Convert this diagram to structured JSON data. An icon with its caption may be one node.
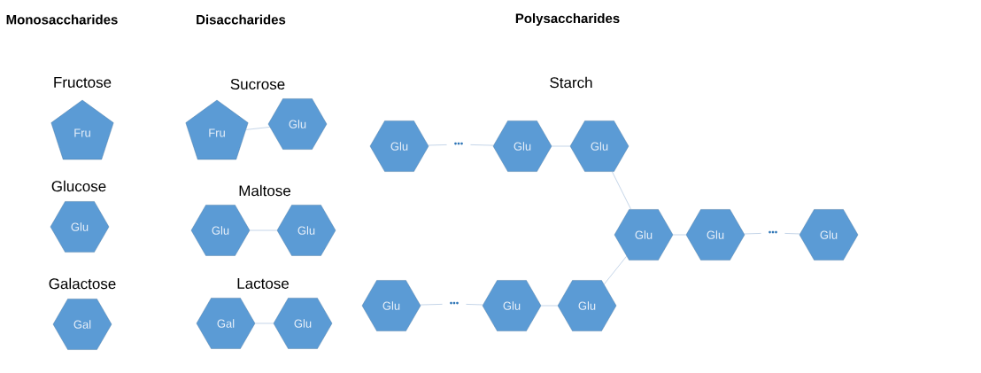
{
  "diagram": {
    "nodes": [
      {
        "text": [
          "Fru"
        ]
      },
      {
        "text": [
          "Glu"
        ]
      },
      {
        "text": [
          "Gal"
        ]
      },
      {
        "text": [
          "Fru"
        ]
      },
      {
        "text": [
          "Glu"
        ]
      },
      {
        "text": [
          "Glu"
        ]
      },
      {
        "text": [
          "Glu"
        ]
      },
      {
        "text": [
          "Gal"
        ]
      },
      {
        "text": [
          "Glu"
        ]
      },
      {
        "text": [
          "Glu"
        ]
      },
      {
        "text": [
          "•••"
        ]
      },
      {
        "text": [
          "Glu"
        ]
      },
      {
        "text": [
          "Glu"
        ]
      },
      {
        "text": [
          "Glu"
        ]
      },
      {
        "text": [
          "Glu"
        ]
      },
      {
        "text": [
          "•••"
        ]
      },
      {
        "text": [
          "Glu"
        ]
      },
      {
        "text": [
          "Glu"
        ]
      },
      {
        "text": [
          "•••"
        ]
      },
      {
        "text": [
          "Glu"
        ]
      },
      {
        "text": [
          "Glu"
        ]
      }
    ],
    "edges": [
      {
        "from": 3,
        "to": 4,
        "arrow": "none"
      },
      {
        "from": 5,
        "to": 6,
        "arrow": "none"
      },
      {
        "from": 7,
        "to": 8,
        "arrow": "none"
      },
      {
        "from": 9,
        "to": 10,
        "arrow": "none"
      },
      {
        "from": 10,
        "to": 11,
        "arrow": "none"
      },
      {
        "from": 11,
        "to": 12,
        "arrow": "none"
      },
      {
        "from": 12,
        "to": 13,
        "arrow": "none"
      },
      {
        "from": 13,
        "to": 14,
        "arrow": "none"
      },
      {
        "from": 14,
        "to": 15,
        "arrow": "none"
      },
      {
        "from": 15,
        "to": 16,
        "arrow": "none"
      },
      {
        "from": 17,
        "to": 18,
        "arrow": "none"
      },
      {
        "from": 18,
        "to": 19,
        "arrow": "none"
      },
      {
        "from": 19,
        "to": 20,
        "arrow": "none"
      },
      {
        "from": 20,
        "to": 13,
        "arrow": "none"
      }
    ],
    "labels": [
      "Monosaccharides",
      "Disaccharides",
      "Polysaccharides",
      "Fructose",
      "Sucrose",
      "Starch",
      "Glucose",
      "Maltose",
      "Galactose",
      "Lactose"
    ]
  }
}
